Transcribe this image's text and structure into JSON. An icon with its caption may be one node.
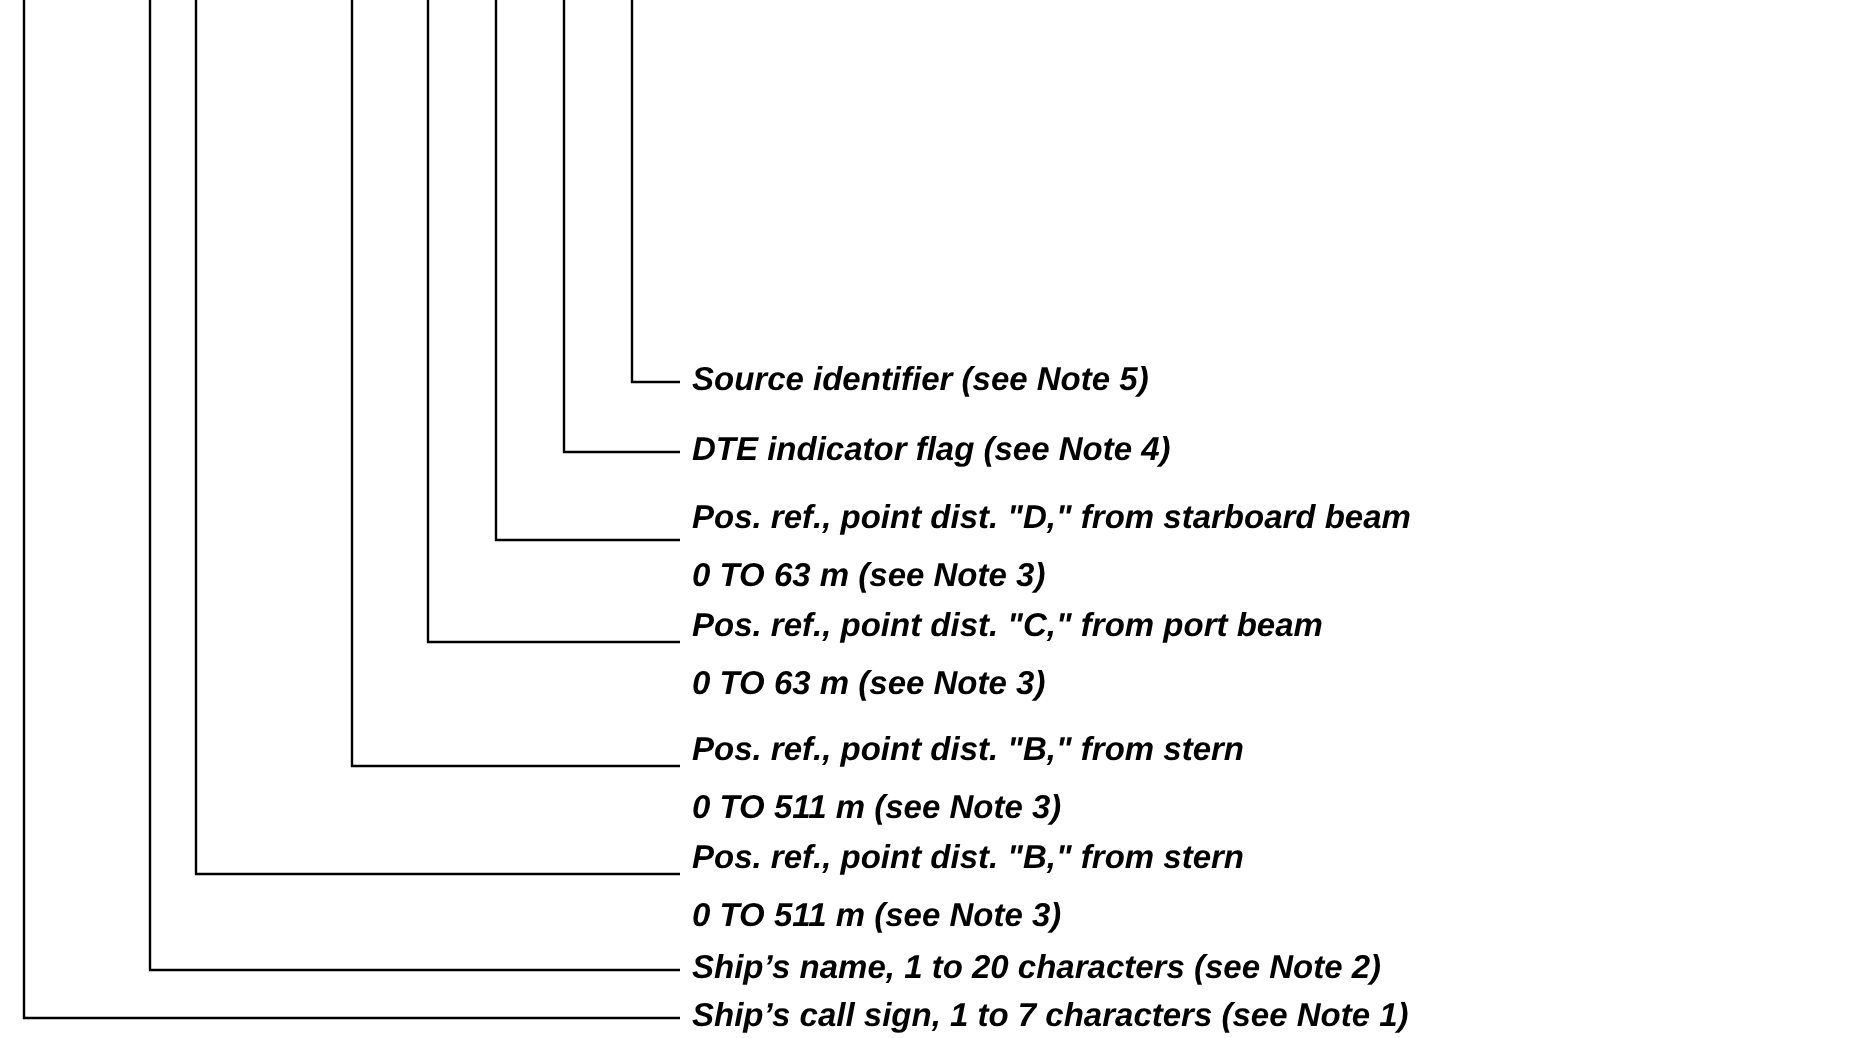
{
  "diagram": {
    "nodes": [
      {
        "text": [
          "Source identifier (see Note 5)"
        ]
      },
      {
        "text": [
          "DTE indicator flag (see Note 4)"
        ]
      },
      {
        "text": [
          "Pos. ref., point dist. \"D,\" from starboard beam",
          "0 TO 63 m  (see Note 3)"
        ]
      },
      {
        "text": [
          "Pos. ref., point dist. \"C,\" from port beam",
          "0 TO 63 m  (see Note 3)"
        ]
      },
      {
        "text": [
          "Pos. ref., point dist. \"B,\" from stern",
          "0 TO 511 m  (see Note 3)"
        ]
      },
      {
        "text": [
          "Pos. ref., point dist. \"B,\" from stern",
          "0 TO 511 m  (see Note 3)"
        ]
      },
      {
        "text": [
          "Ship’s name, 1 to 20 characters (see Note 2)"
        ]
      },
      {
        "text": [
          "Ship’s call sign, 1 to 7 characters (see Note 1)"
        ]
      }
    ],
    "edges": [
      {
        "from": 0,
        "to": null,
        "arrow": "none"
      },
      {
        "from": 1,
        "to": null,
        "arrow": "none"
      },
      {
        "from": 2,
        "to": null,
        "arrow": "none"
      },
      {
        "from": 3,
        "to": null,
        "arrow": "none"
      },
      {
        "from": 4,
        "to": null,
        "arrow": "none"
      },
      {
        "from": 5,
        "to": null,
        "arrow": "none"
      },
      {
        "from": 6,
        "to": null,
        "arrow": "none"
      },
      {
        "from": 7,
        "to": null,
        "arrow": "none"
      }
    ]
  }
}
